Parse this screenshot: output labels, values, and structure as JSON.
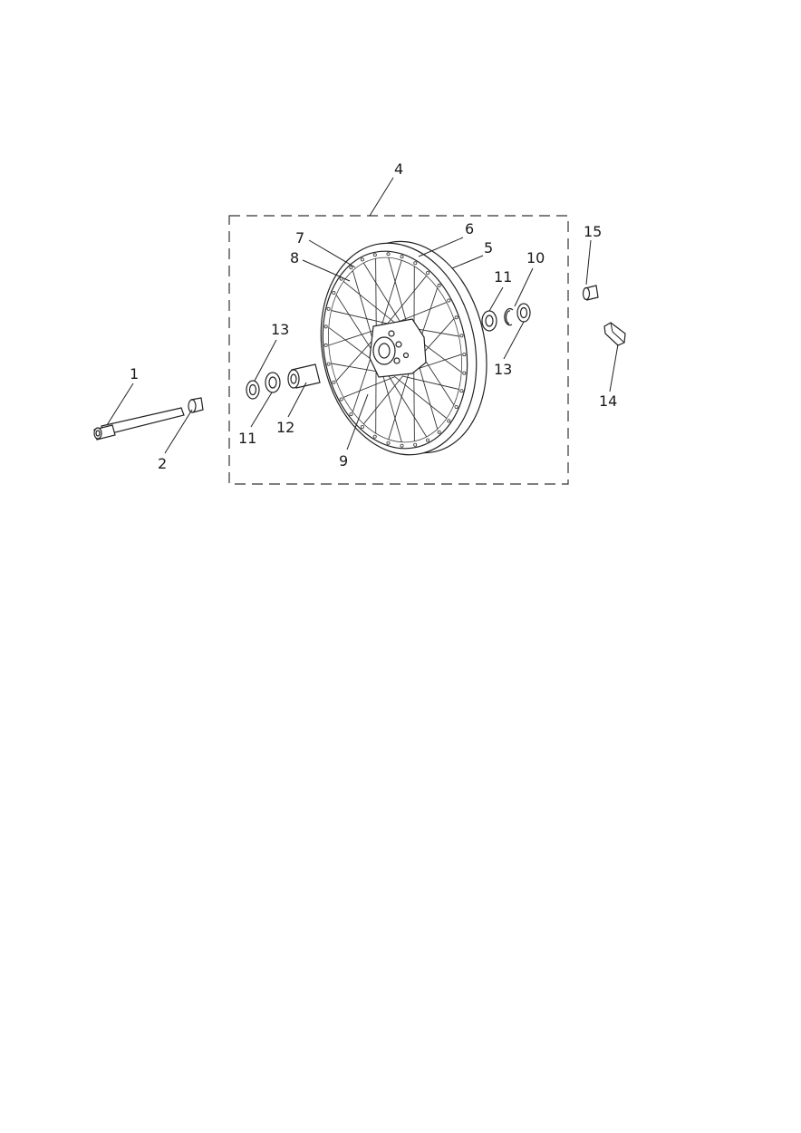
{
  "diagram": {
    "callouts": [
      {
        "id": "c1",
        "label": "1"
      },
      {
        "id": "c2",
        "label": "2"
      },
      {
        "id": "c4",
        "label": "4"
      },
      {
        "id": "c5",
        "label": "5"
      },
      {
        "id": "c6",
        "label": "6"
      },
      {
        "id": "c7",
        "label": "7"
      },
      {
        "id": "c8",
        "label": "8"
      },
      {
        "id": "c9",
        "label": "9"
      },
      {
        "id": "c10",
        "label": "10"
      },
      {
        "id": "c11a",
        "label": "11"
      },
      {
        "id": "c11b",
        "label": "11"
      },
      {
        "id": "c12",
        "label": "12"
      },
      {
        "id": "c13a",
        "label": "13"
      },
      {
        "id": "c13b",
        "label": "13"
      },
      {
        "id": "c14",
        "label": "14"
      },
      {
        "id": "c15",
        "label": "15"
      }
    ]
  }
}
